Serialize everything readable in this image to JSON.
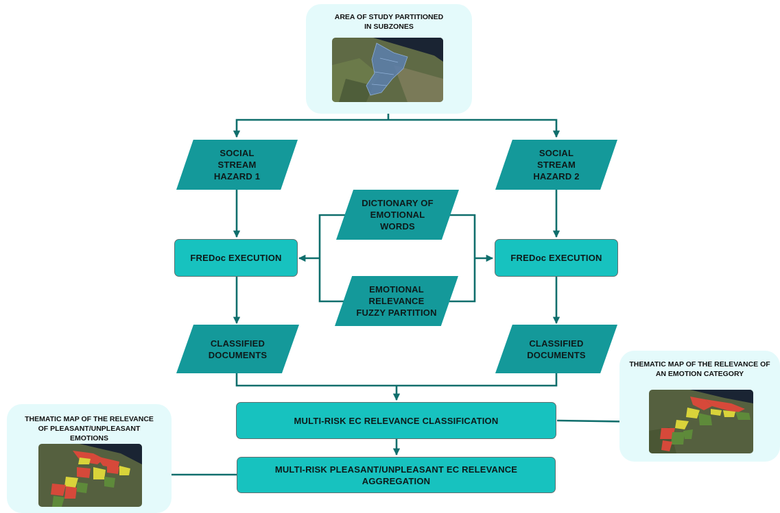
{
  "study_area": {
    "title": "AREA OF STUDY PARTITIONED IN SUBZONES"
  },
  "stream_1": {
    "label": "SOCIAL STREAM HAZARD 1"
  },
  "stream_2": {
    "label": "SOCIAL STREAM HAZARD 2"
  },
  "dictionary": {
    "label": "DICTIONARY OF EMOTIONAL WORDS"
  },
  "fuzzy_partition": {
    "label": "EMOTIONAL RELEVANCE FUZZY PARTITION"
  },
  "fredoc_1": {
    "label": "FREDoc EXECUTION"
  },
  "fredoc_2": {
    "label": "FREDoc EXECUTION"
  },
  "classified_1": {
    "label": "CLASSIFIED DOCUMENTS"
  },
  "classified_2": {
    "label": "CLASSIFIED DOCUMENTS"
  },
  "classification": {
    "label": "MULTI-RISK EC RELEVANCE CLASSIFICATION"
  },
  "aggregation": {
    "label": "MULTI-RISK PLEASANT/UNPLEASANT EC RELEVANCE AGGREGATION"
  },
  "map_emotion_category": {
    "title": "THEMATIC MAP OF THE RELEVANCE OF AN EMOTION CATEGORY"
  },
  "map_pleasant": {
    "title": "THEMATIC MAP OF THE RELEVANCE OF PLEASANT/UNPLEASANT EMOTIONS"
  },
  "colors": {
    "parallelogram": "#14999a",
    "process": "#17c2bf",
    "connector": "#0f6e6c",
    "panel": "#e4fafb"
  }
}
